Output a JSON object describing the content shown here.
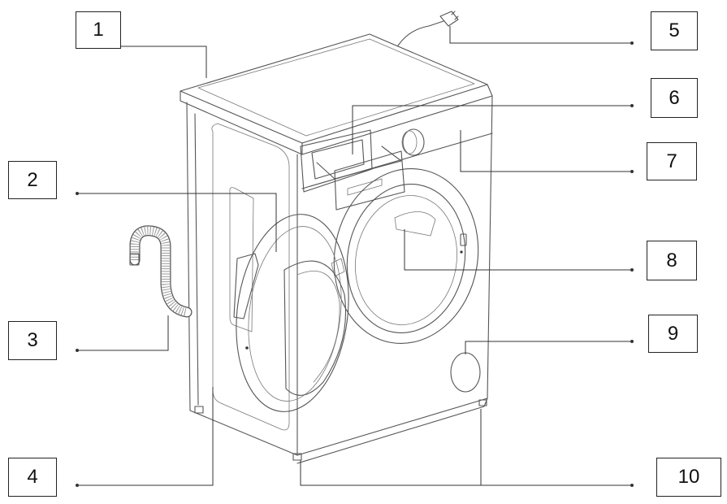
{
  "callouts": [
    {
      "id": 1,
      "label": "1"
    },
    {
      "id": 2,
      "label": "2"
    },
    {
      "id": 3,
      "label": "3"
    },
    {
      "id": 4,
      "label": "4"
    },
    {
      "id": 5,
      "label": "5"
    },
    {
      "id": 6,
      "label": "6"
    },
    {
      "id": 7,
      "label": "7"
    },
    {
      "id": 8,
      "label": "8"
    },
    {
      "id": 9,
      "label": "9"
    },
    {
      "id": 10,
      "label": "10"
    }
  ],
  "colors": {
    "line": "#333333",
    "drawing": "#555555",
    "background": "#ffffff"
  }
}
